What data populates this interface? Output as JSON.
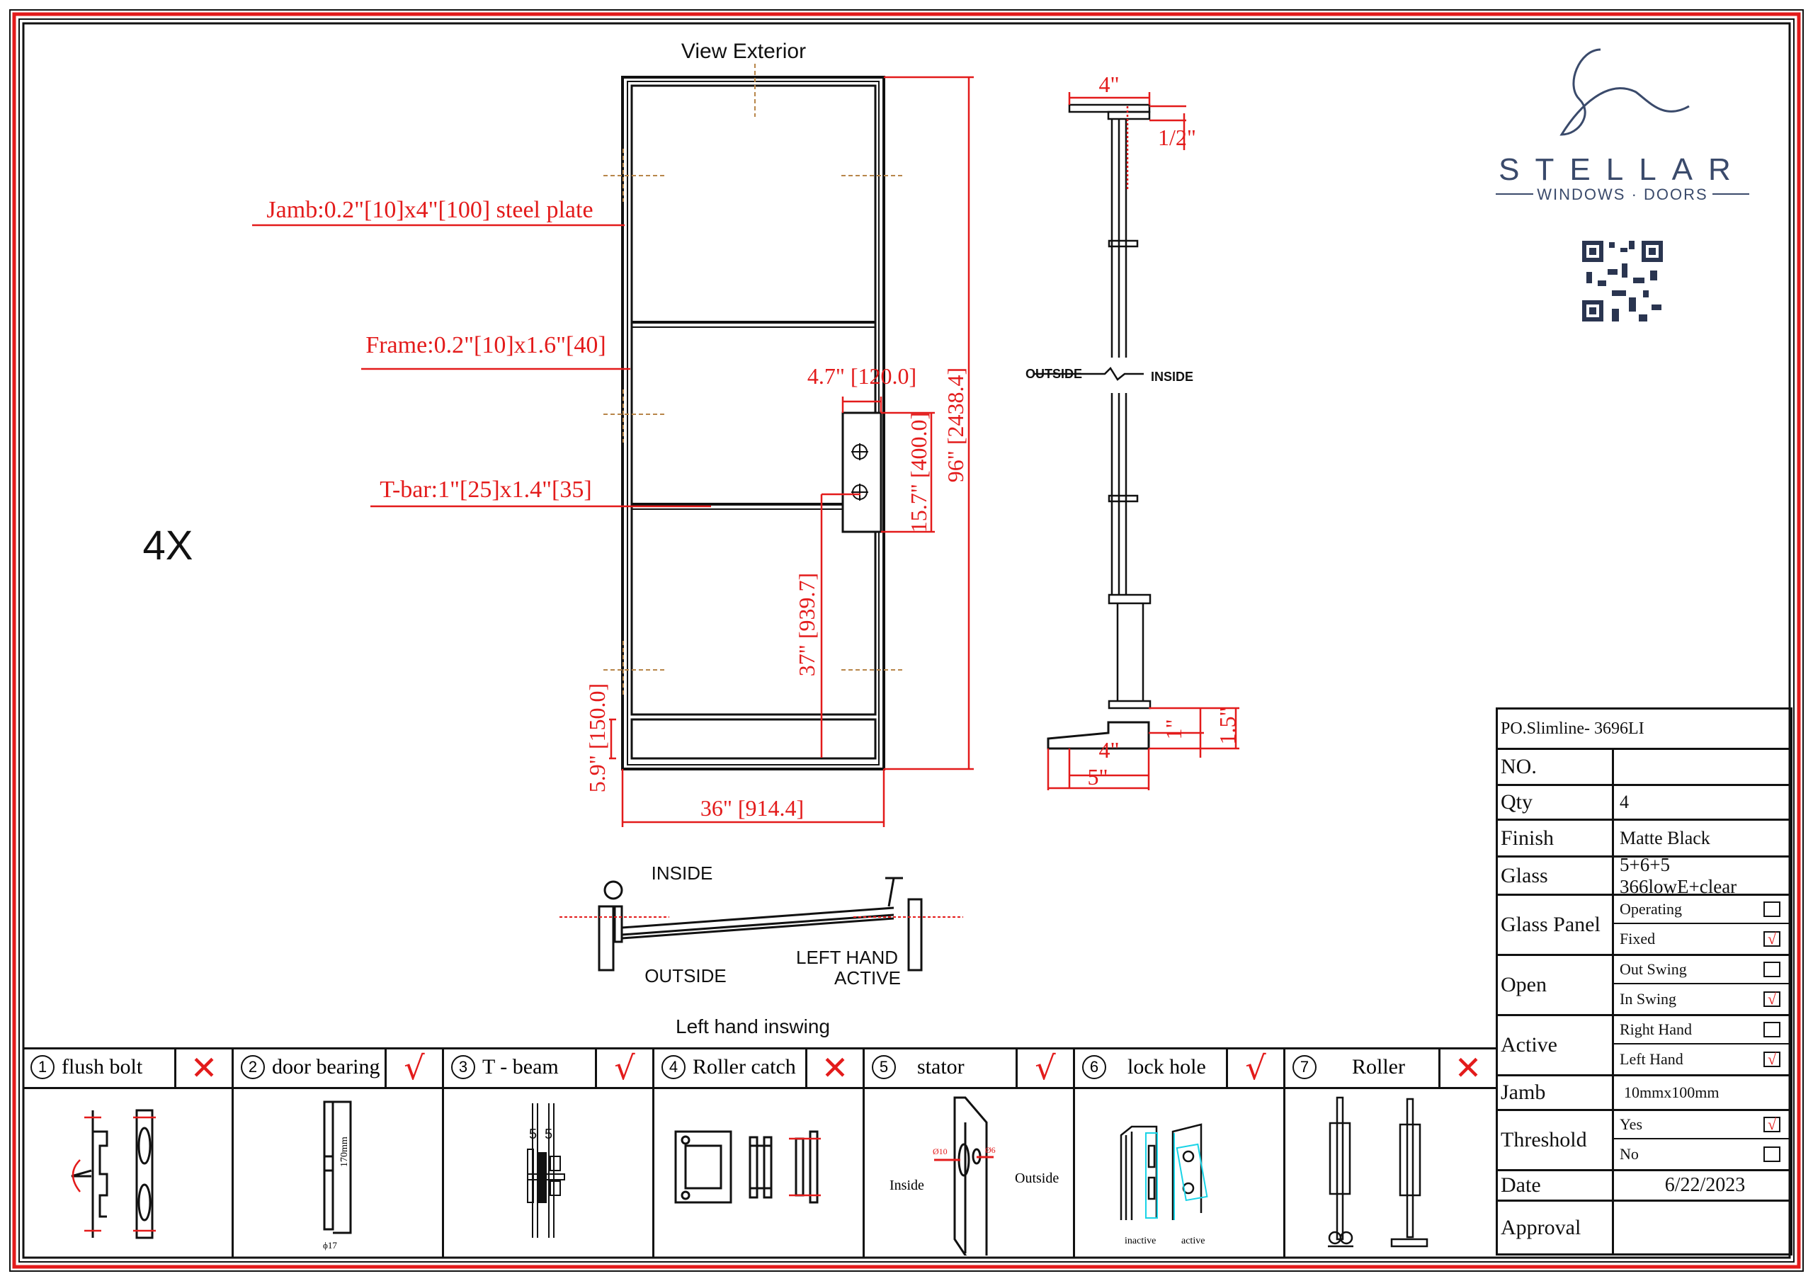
{
  "drawing": {
    "view_title": "View Exterior",
    "quantity_mark": "4X",
    "labels": {
      "jamb": "Jamb:0.2\"[10]x4\"[100] steel plate",
      "frame": "Frame:0.2\"[10]x1.6\"[40]",
      "tbar": "T-bar:1\"[25]x1.4\"[35]"
    },
    "dims": {
      "height": "96\" [2438.4]",
      "width": "36\" [914.4]",
      "lock_offset": "4.7\" [120.0]",
      "lock_height": "15.7\" [400.0]",
      "handle_height": "37\" [939.7]",
      "bottom_rail": "5.9\" [150.0]"
    }
  },
  "section": {
    "top_width": "4\"",
    "top_small": "1/2\"",
    "outside": "OUTSIDE",
    "inside": "INSIDE",
    "bottom_1": "1\"",
    "bottom_15": "1.5\"",
    "bottom_4": "4\"",
    "bottom_5": "5\""
  },
  "swing": {
    "inside": "INSIDE",
    "outside": "OUTSIDE",
    "active_line1": "LEFT HAND",
    "active_line2": "ACTIVE",
    "caption": "Left hand inswing"
  },
  "brand": {
    "name": "STELLAR",
    "tagline": "WINDOWS · DOORS",
    "color": "#3a4a6b"
  },
  "spec": {
    "po": "PO.Slimline- 3696LI",
    "no_label": "NO.",
    "no_value": "",
    "qty_label": "Qty",
    "qty_value": "4",
    "finish_label": "Finish",
    "finish_value": "Matte Black",
    "glass_label": "Glass",
    "glass_value": "5+6+5  366lowE+clear",
    "glass_panel_label": "Glass Panel",
    "glass_panel_options": [
      {
        "label": "Operating",
        "checked": false,
        "mark": ""
      },
      {
        "label": "Fixed",
        "checked": true,
        "mark": "√"
      }
    ],
    "open_label": "Open",
    "open_options": [
      {
        "label": "Out Swing",
        "checked": false,
        "mark": ""
      },
      {
        "label": "In Swing",
        "checked": true,
        "mark": "√"
      }
    ],
    "active_label": "Active",
    "active_options": [
      {
        "label": "Right Hand",
        "checked": false,
        "mark": ""
      },
      {
        "label": "Left Hand",
        "checked": true,
        "mark": "√"
      }
    ],
    "jamb_label": "Jamb",
    "jamb_value": "10mmx100mm",
    "threshold_label": "Threshold",
    "threshold_options": [
      {
        "label": "Yes",
        "checked": true,
        "mark": "√"
      },
      {
        "label": "No",
        "checked": false,
        "mark": ""
      }
    ],
    "date_label": "Date",
    "date_value": "6/22/2023",
    "approval_label": "Approval",
    "approval_value": ""
  },
  "parts": [
    {
      "num": "1",
      "name": "flush bolt",
      "included": false,
      "mark": "✕"
    },
    {
      "num": "2",
      "name": "door bearing",
      "included": true,
      "mark": "√",
      "dim": "170mm",
      "dia": "ϕ17"
    },
    {
      "num": "3",
      "name": "T - beam",
      "included": true,
      "mark": "√",
      "a": "5",
      "b": "5"
    },
    {
      "num": "4",
      "name": "Roller catch",
      "included": false,
      "mark": "✕"
    },
    {
      "num": "5",
      "name": "stator",
      "included": true,
      "mark": "√",
      "inside": "Inside",
      "outside": "Outside",
      "d1": "Ø10",
      "d2": "Ø6"
    },
    {
      "num": "6",
      "name": "lock hole",
      "included": true,
      "mark": "√",
      "inactive": "inactive",
      "active": "active"
    },
    {
      "num": "7",
      "name": "Roller",
      "included": false,
      "mark": "✕"
    }
  ],
  "colors": {
    "accent": "#e31b1b",
    "line": "#111111",
    "dims_cyan": "#19d3e6"
  }
}
